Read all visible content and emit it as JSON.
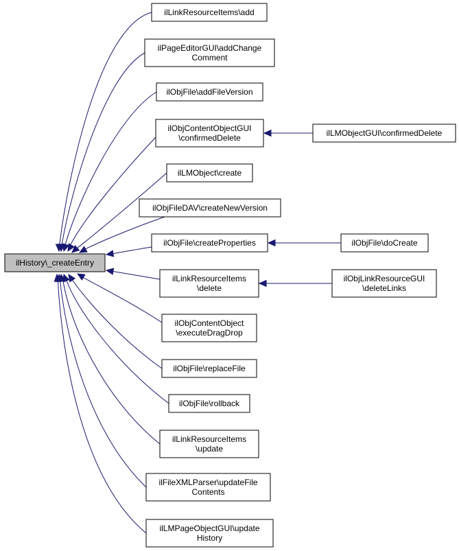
{
  "diagram": {
    "type": "call-graph",
    "colors": {
      "edge": "#191970",
      "root_fill": "#bfbfbf",
      "node_fill": "#ffffff",
      "border": "#000000"
    },
    "root": {
      "id": "root",
      "lines": [
        "ilHistory\\_createEntry"
      ]
    },
    "nodes": [
      {
        "id": "n1",
        "lines": [
          "ilLinkResourceItems\\add"
        ]
      },
      {
        "id": "n2",
        "lines": [
          "ilPageEditorGUI\\addChange",
          "Comment"
        ]
      },
      {
        "id": "n3",
        "lines": [
          "ilObjFile\\addFileVersion"
        ]
      },
      {
        "id": "n4",
        "lines": [
          "ilObjContentObjectGUI",
          "\\confirmedDelete"
        ]
      },
      {
        "id": "n5",
        "lines": [
          "ilLMObject\\create"
        ]
      },
      {
        "id": "n6",
        "lines": [
          "ilObjFileDAV\\createNewVersion"
        ]
      },
      {
        "id": "n7",
        "lines": [
          "ilObjFile\\createProperties"
        ]
      },
      {
        "id": "n8",
        "lines": [
          "ilLinkResourceItems",
          "\\delete"
        ]
      },
      {
        "id": "n9",
        "lines": [
          "ilObjContentObject",
          "\\executeDragDrop"
        ]
      },
      {
        "id": "n10",
        "lines": [
          "ilObjFile\\replaceFile"
        ]
      },
      {
        "id": "n11",
        "lines": [
          "ilObjFile\\rollback"
        ]
      },
      {
        "id": "n12",
        "lines": [
          "ilLinkResourceItems",
          "\\update"
        ]
      },
      {
        "id": "n13",
        "lines": [
          "ilFileXMLParser\\updateFile",
          "Contents"
        ]
      },
      {
        "id": "n14",
        "lines": [
          "ilLMPageObjectGUI\\update",
          "History"
        ]
      },
      {
        "id": "c1",
        "lines": [
          "ilLMObjectGUI\\confirmedDelete"
        ]
      },
      {
        "id": "c2",
        "lines": [
          "ilObjFile\\doCreate"
        ]
      },
      {
        "id": "c3",
        "lines": [
          "ilObjLinkResourceGUI",
          "\\deleteLinks"
        ]
      }
    ],
    "edges": [
      {
        "from": "n1",
        "to": "root"
      },
      {
        "from": "n2",
        "to": "root"
      },
      {
        "from": "n3",
        "to": "root"
      },
      {
        "from": "n4",
        "to": "root"
      },
      {
        "from": "n5",
        "to": "root"
      },
      {
        "from": "n6",
        "to": "root"
      },
      {
        "from": "n7",
        "to": "root"
      },
      {
        "from": "n8",
        "to": "root"
      },
      {
        "from": "n9",
        "to": "root"
      },
      {
        "from": "n10",
        "to": "root"
      },
      {
        "from": "n11",
        "to": "root"
      },
      {
        "from": "n12",
        "to": "root"
      },
      {
        "from": "n13",
        "to": "root"
      },
      {
        "from": "n14",
        "to": "root"
      },
      {
        "from": "c1",
        "to": "n4"
      },
      {
        "from": "c2",
        "to": "n7"
      },
      {
        "from": "c3",
        "to": "n8"
      }
    ]
  }
}
